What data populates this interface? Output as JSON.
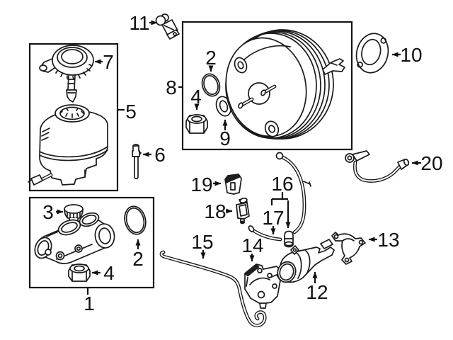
{
  "page": {
    "background": "#ffffff",
    "line_color": "#1a1a1a",
    "text_color": "#111111"
  },
  "callouts": {
    "c1": "1",
    "c2a": "2",
    "c2b": "2",
    "c3": "3",
    "c4a": "4",
    "c4b": "4",
    "c5": "5",
    "c6": "6",
    "c7": "7",
    "c8": "8",
    "c9": "9",
    "c10": "10",
    "c11": "11",
    "c12": "12",
    "c13": "13",
    "c14": "14",
    "c15": "15",
    "c16": "16",
    "c17": "17",
    "c18": "18",
    "c19": "19",
    "c20": "20"
  }
}
